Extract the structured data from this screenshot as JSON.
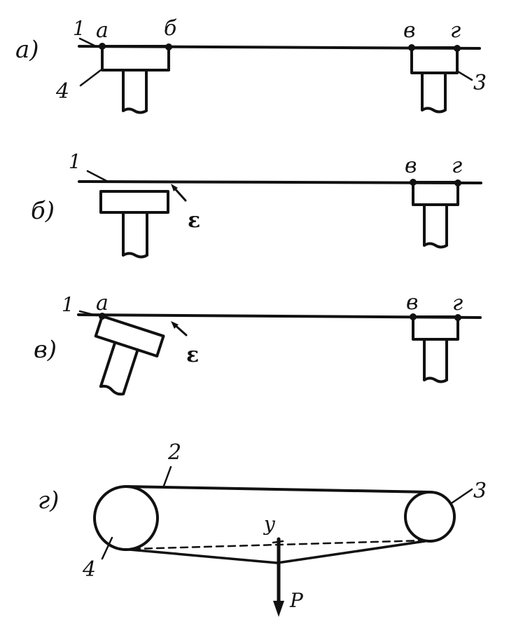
{
  "colors": {
    "ink": "#111111",
    "background": "#ffffff"
  },
  "panel_a": {
    "marker": "а)",
    "label_line": "1",
    "label_left_bracket": "4",
    "label_right_bracket": "3",
    "point_a": "а",
    "point_b": "б",
    "point_v": "в",
    "point_g": "г"
  },
  "panel_b": {
    "marker": "б)",
    "label_line": "1",
    "label_gap": "ε",
    "point_v": "в",
    "point_g": "г"
  },
  "panel_v": {
    "marker": "в)",
    "label_line": "1",
    "label_gap": "ε",
    "point_a": "а",
    "point_v": "в",
    "point_g": "г"
  },
  "panel_g": {
    "marker": "г)",
    "label_belt": "2",
    "label_right_pulley": "3",
    "label_left_pulley": "4",
    "label_deflection": "y",
    "label_force": "P"
  }
}
